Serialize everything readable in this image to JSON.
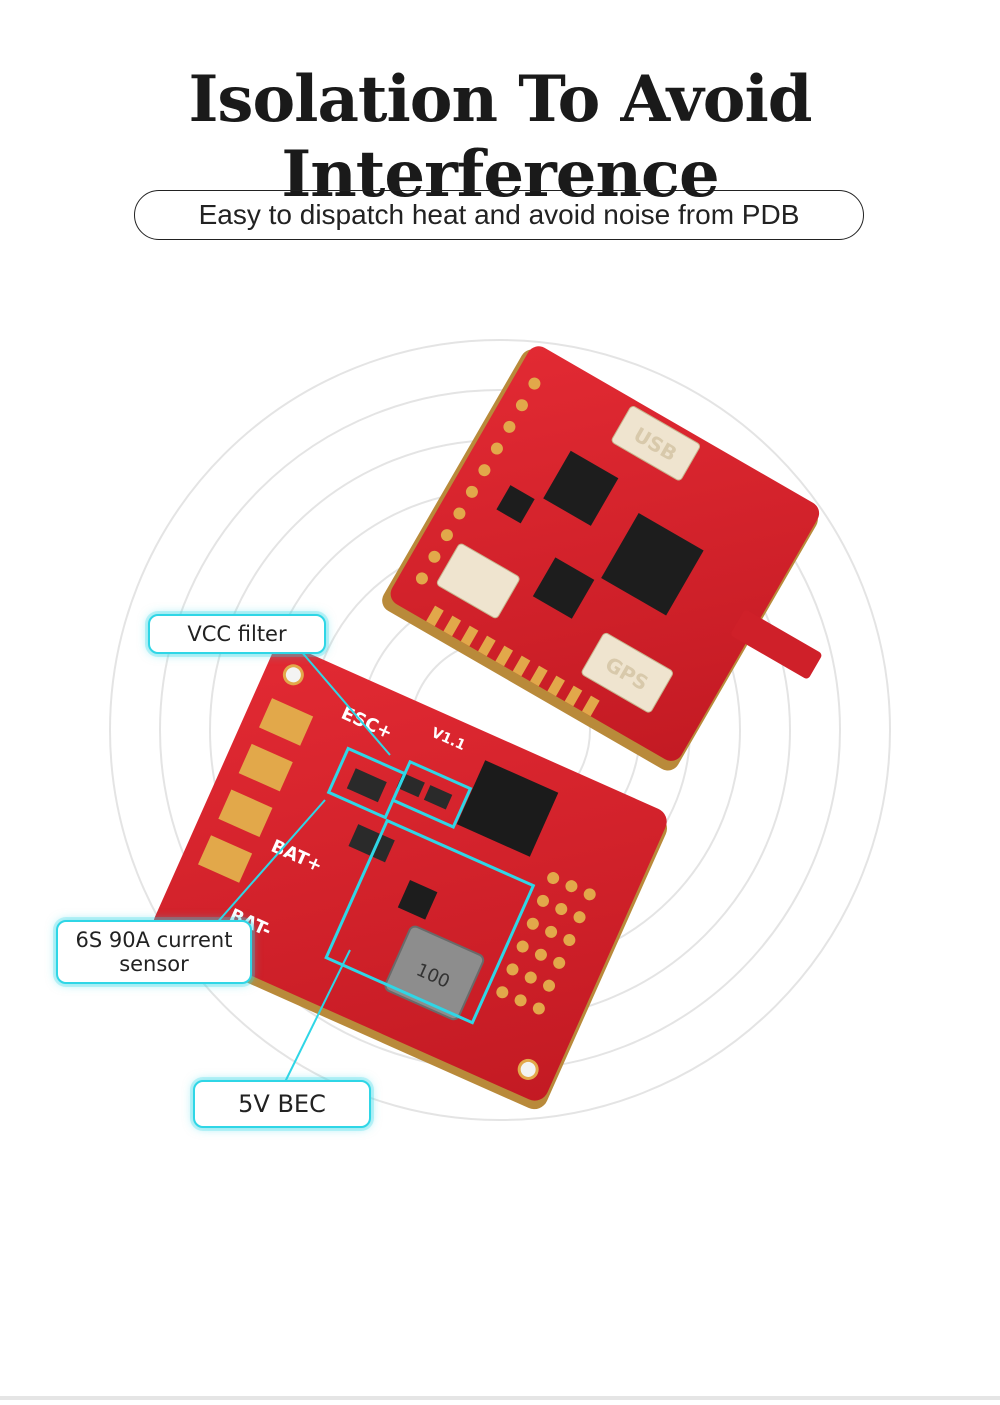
{
  "header": {
    "title": "Isolation To Avoid Interference",
    "subtitle": "Easy to dispatch heat and avoid noise from PDB"
  },
  "callouts": {
    "vcc_filter": "VCC filter",
    "current_sensor": "6S 90A current\nsensor",
    "bec": "5V BEC"
  },
  "board_markings": {
    "usb": "USB",
    "gps": "GPS",
    "inductor": "100",
    "pdb_version": "V1.1",
    "esc_plus": "ESC+",
    "bat_plus": "BAT+",
    "bat_minus": "BAT-"
  },
  "colors": {
    "accent": "#2fd6e6",
    "pcb": "#d5222b",
    "pad_gold": "#e2a84a"
  }
}
